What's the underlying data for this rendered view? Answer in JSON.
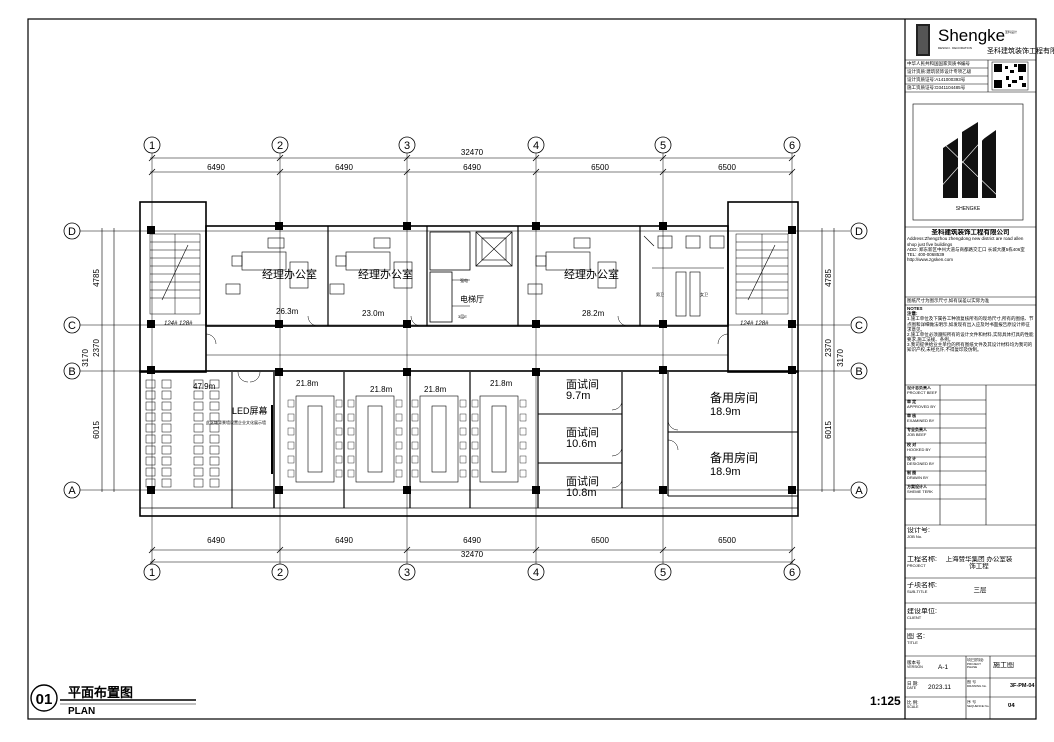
{
  "plan": {
    "grid_numbers": [
      "1",
      "2",
      "3",
      "4",
      "5",
      "6"
    ],
    "grid_letters": [
      "D",
      "C",
      "B",
      "A"
    ],
    "dims_top": [
      "6490",
      "6490",
      "6490",
      "6500",
      "6500"
    ],
    "dims_bottom": [
      "6490",
      "6490",
      "6490",
      "6500",
      "6500"
    ],
    "total_dim": "32470",
    "side_dims_left": [
      "4785",
      "2370",
      "3170",
      "6015"
    ],
    "side_dims_right": [
      "4785",
      "2370",
      "3170",
      "6015"
    ],
    "rooms": {
      "office1_name": "经理办公室",
      "office1_area": "26.3m",
      "office2_name": "经理办公室",
      "office2_area": "23.0m",
      "office3_name": "经理办公室",
      "office3_area": "28.2m",
      "elevator_hall": "电梯厅",
      "meeting_area_left": "47.9m",
      "room1_area": "21.8m",
      "room2_area": "21.8m",
      "room3_area": "21.8m",
      "room4_area": "21.8m",
      "interview1_name": "面试间",
      "interview1_area": "9.7m",
      "interview2_name": "面试间",
      "interview2_area": "10.6m",
      "interview3_name": "面试间",
      "interview3_area": "10.8m",
      "spare1_name": "备用房间",
      "spare1_area": "18.9m",
      "spare2_name": "备用房间",
      "spare2_area": "18.9m",
      "stair_left_label": "124# 128#",
      "stair_right_label": "124# 128#",
      "led_label": "LED屏幕",
      "led_note": "此区域背景墙设置企业文化展示墙",
      "small_label1": "强电",
      "small_label2": "3层E",
      "toilet_m": "男卫",
      "toilet_f": "女卫"
    }
  },
  "drawing_title": {
    "number": "01",
    "cn": "平面布置图",
    "en": "PLAN",
    "scale": "1:125"
  },
  "title_block": {
    "company_en": "Shengke",
    "company_small": "圣科设计",
    "company_cn": "圣科建筑装饰工程有限公司",
    "company_tags": "DESIGN · DECORATION",
    "qual_lines": [
      "中华人民共和国国家资质书编号",
      "设计资质:建筑装饰设计专项乙级",
      "设计资质证号:A141000393号",
      "施工资质证号:D341104485号"
    ],
    "logo_brand": "SHENGKE",
    "company_info": "圣科建筑装饰工程有限公司",
    "address_en": "Address:Zhengzhou zhengdong new district are road allen shop just five buildings",
    "address_cn": "ADD: 郑东新区中州大道与商都路交汇口 长城大厦5栋406室",
    "tel": "TEL: 400-0068539",
    "web": "http://www.zgsken.com",
    "dim_note": "图纸尺寸为图示尺寸,如有误差以实际为准",
    "notes_title": "NOTES",
    "notes_title_cn": "注意:",
    "notes": [
      "1.施工单位及下属各工种须复核所有的现场尺寸,所有的图纸、节点图和详细做法明示,如发现有出入应及时书面报告原设计师征求意见。",
      "2.施工单位必须遵照所有的设计文件和材料,实际具体打具的性能要求,施工法规、条例。",
      "3.我司提供给业主单位的所有图纸文件及其设计材料均为我司的知识产权,未经允许,不得复印及仿制。"
    ],
    "sign_rows": [
      {
        "cn": "设计总负责人",
        "en": "PROJECT BEEF"
      },
      {
        "cn": "审 定",
        "en": "APPROVED BY"
      },
      {
        "cn": "审 核",
        "en": "EXAMINED BY"
      },
      {
        "cn": "专业负责人",
        "en": "JOB BEEF"
      },
      {
        "cn": "校 对",
        "en": "HOOKED BY"
      },
      {
        "cn": "设 计",
        "en": "DESIGNED BY"
      },
      {
        "cn": "制 图",
        "en": "DRAWN BY"
      },
      {
        "cn": "方案设计人",
        "en": "SHEME TERK"
      }
    ],
    "design_no_label": "设计号:",
    "design_no_en": "JOB No.",
    "project_label": "工程名称:",
    "project_en": "PROJECT",
    "project_value": "上海赞华集团 办公室装饰工程",
    "subtitle_label": "子项名称:",
    "subtitle_en": "SUB-TITLE",
    "subtitle_value": "三层",
    "client_label": "建设单位:",
    "client_en": "CLIENT",
    "title_label": "图 名:",
    "title_en": "TITLE",
    "version_label": "版本号",
    "version_en": "VERSION",
    "version_value": "A-1",
    "stage_label": "项目阶段:",
    "stage_en": "PROJECT PHASE",
    "stage_value": "施工图",
    "date_label": "日 期:",
    "date_en": "DATE",
    "date_value": "2023.11",
    "drawing_no_label": "图 号",
    "drawing_no_en": "DRAWING No.",
    "drawing_no_value": "3F-PM-04",
    "scale_label": "比 例:",
    "scale_en": "SCALE",
    "seq_label": "序 号",
    "seq_en": "SEQUENCE No.",
    "seq_value": "04"
  }
}
